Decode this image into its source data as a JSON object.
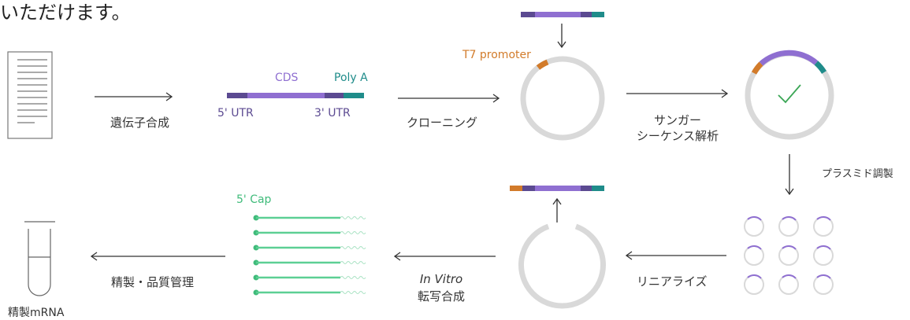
{
  "header_text": "いただけます。",
  "steps": {
    "gene_synthesis": "遺伝子合成",
    "cloning": "クローニング",
    "sanger_line1": "サンガー",
    "sanger_line2": "シーケンス解析",
    "plasmid_prep": "プラスミド調製",
    "linearize": "リニアライズ",
    "ivt_line1": "In Vitro",
    "ivt_line2": "転写合成",
    "purify_qc": "精製・品質管理",
    "final": "精製mRNA"
  },
  "construct_labels": {
    "cds": "CDS",
    "poly_a": "Poly A",
    "utr5": "5' UTR",
    "utr3": "3' UTR",
    "t7": "T7 promoter",
    "cap": "5' Cap"
  },
  "colors": {
    "utr": "#5b4a91",
    "cds": "#8f6fd1",
    "poly_a": "#1f8c8a",
    "t7": "#d27b2a",
    "mrna": "#5ccf94",
    "circle": "#d9d9d9",
    "check": "#3aa655"
  }
}
